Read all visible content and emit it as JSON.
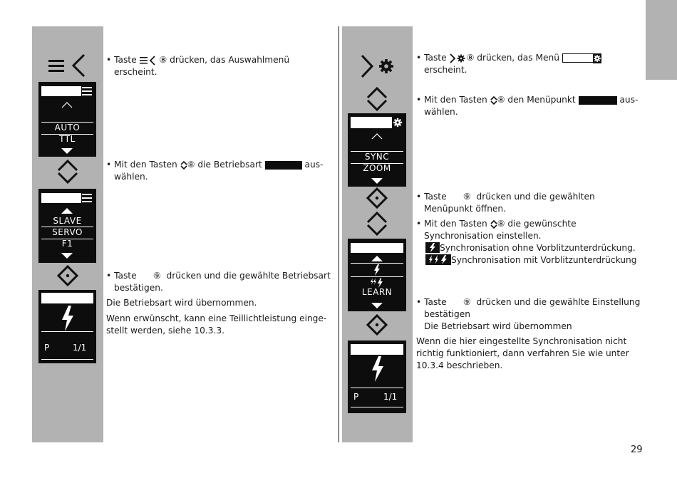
{
  "page_number": "29",
  "left": {
    "step1": {
      "before": "• Taste",
      "after": "drücken, das Auswahlmenü",
      "line2": "erscheint.",
      "key": "⑧"
    },
    "step2": {
      "before": "• Mit den Tasten",
      "key": "⑧",
      "middle": "die Betriebsart",
      "after": "aus-",
      "line2": "wählen."
    },
    "step3": {
      "before": "• Taste",
      "key": "⑨",
      "after": "drücken und die gewählte Betriebsart",
      "line2": "bestätigen."
    },
    "note1": "Die Betriebsart wird übernommen.",
    "note2a": "Wenn erwünscht, kann eine Teillichtleistung einge-",
    "note2b": "stellt werden, siehe 10.3.3.",
    "lcd1": {
      "item1": "AUTO",
      "item2": "TTL"
    },
    "lcd2": {
      "item1": "SLAVE",
      "item2": "SERVO",
      "item3": "F1"
    },
    "lcd3": {
      "p": "P",
      "ratio": "1/1"
    }
  },
  "right": {
    "step1": {
      "before": "• Taste",
      "key": "⑧",
      "after": "drücken, das Menü",
      "line2": "erscheint."
    },
    "step2": {
      "before": "• Mit den Tasten",
      "key": "⑧",
      "middle": "den Menüpunkt",
      "after": "aus-",
      "line2": "wählen."
    },
    "step3": {
      "before": "• Taste",
      "key": "⑨",
      "after": "drücken und die gewählten",
      "line2": "Menüpunkt öffnen."
    },
    "step4": {
      "before": "• Mit den Tasten",
      "key": "⑧",
      "after": "die gewünschte",
      "line2": "Synchronisation einstellen.",
      "opt1": "Synchronisation ohne Vorblitzunterdrückung.",
      "opt2": "Synchronisation mit Vorblitzunterdrückung"
    },
    "step5": {
      "before": "• Taste",
      "key": "⑨",
      "after": "drücken und die gewählte Einstellung",
      "line2": "bestätigen",
      "line3": "Die Betriebsart wird übernommen"
    },
    "note1": "Wenn die hier eingestellte Synchronisation nicht",
    "note2": "richtig funktioniert, dann verfahren Sie wie unter",
    "note3": "10.3.4 beschrieben.",
    "lcd1": {
      "item1": "SYNC",
      "item2": "ZOOM"
    },
    "lcd2": {
      "item1": "LEARN"
    },
    "lcd3": {
      "p": "P",
      "ratio": "1/1"
    }
  },
  "icons": [
    "menu-back-icon",
    "forward-gear-icon",
    "up-down-icon",
    "set-button-icon",
    "flash-icon",
    "gear-icon"
  ],
  "colors": {
    "sidebar": "#b2b2b2",
    "lcd": "#0d0d0d"
  }
}
